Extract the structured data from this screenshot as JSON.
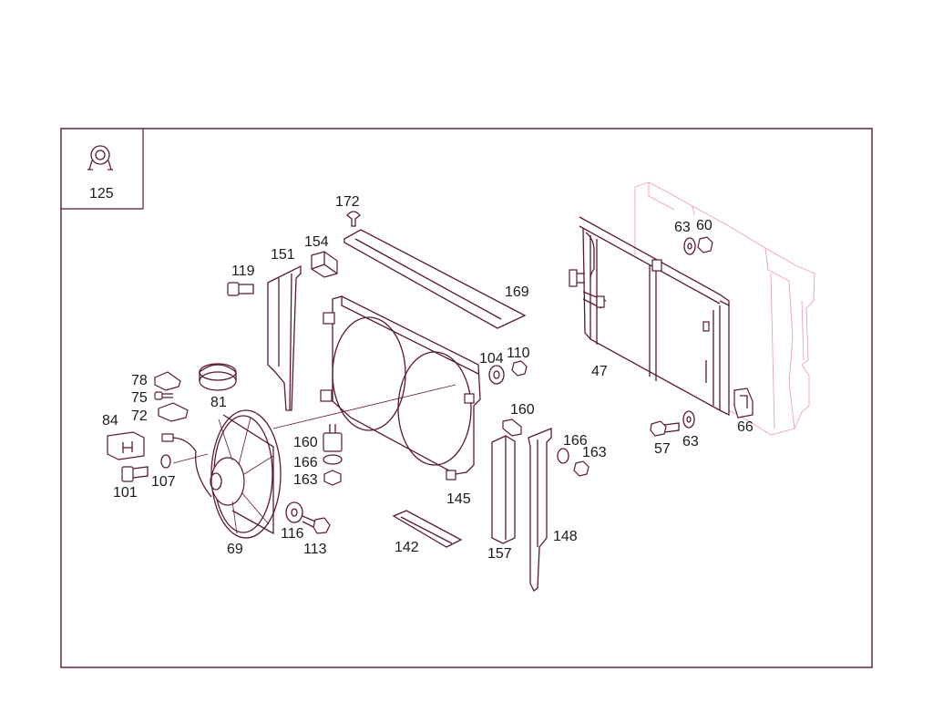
{
  "diagram": {
    "colors": {
      "frame": "#5a1a2a",
      "line": "#5a1a2a",
      "ghost": "#e9a3ad",
      "text": "#1a1a1a",
      "background": "#ffffff"
    },
    "inset_label": "125",
    "labels": {
      "p172": "172",
      "p154": "154",
      "p151": "151",
      "p169": "169",
      "p119": "119",
      "p104": "104",
      "p110": "110",
      "p47": "47",
      "p63a": "63",
      "p60": "60",
      "p78": "78",
      "p75": "75",
      "p72": "72",
      "p81": "81",
      "p84": "84",
      "p101": "101",
      "p107": "107",
      "p160a": "160",
      "p166a": "166",
      "p163a": "163",
      "p145": "145",
      "p160b": "160",
      "p166b": "166",
      "p163b": "163",
      "p57": "57",
      "p63b": "63",
      "p66": "66",
      "p116": "116",
      "p113": "113",
      "p69": "69",
      "p142": "142",
      "p157": "157",
      "p148": "148"
    }
  }
}
